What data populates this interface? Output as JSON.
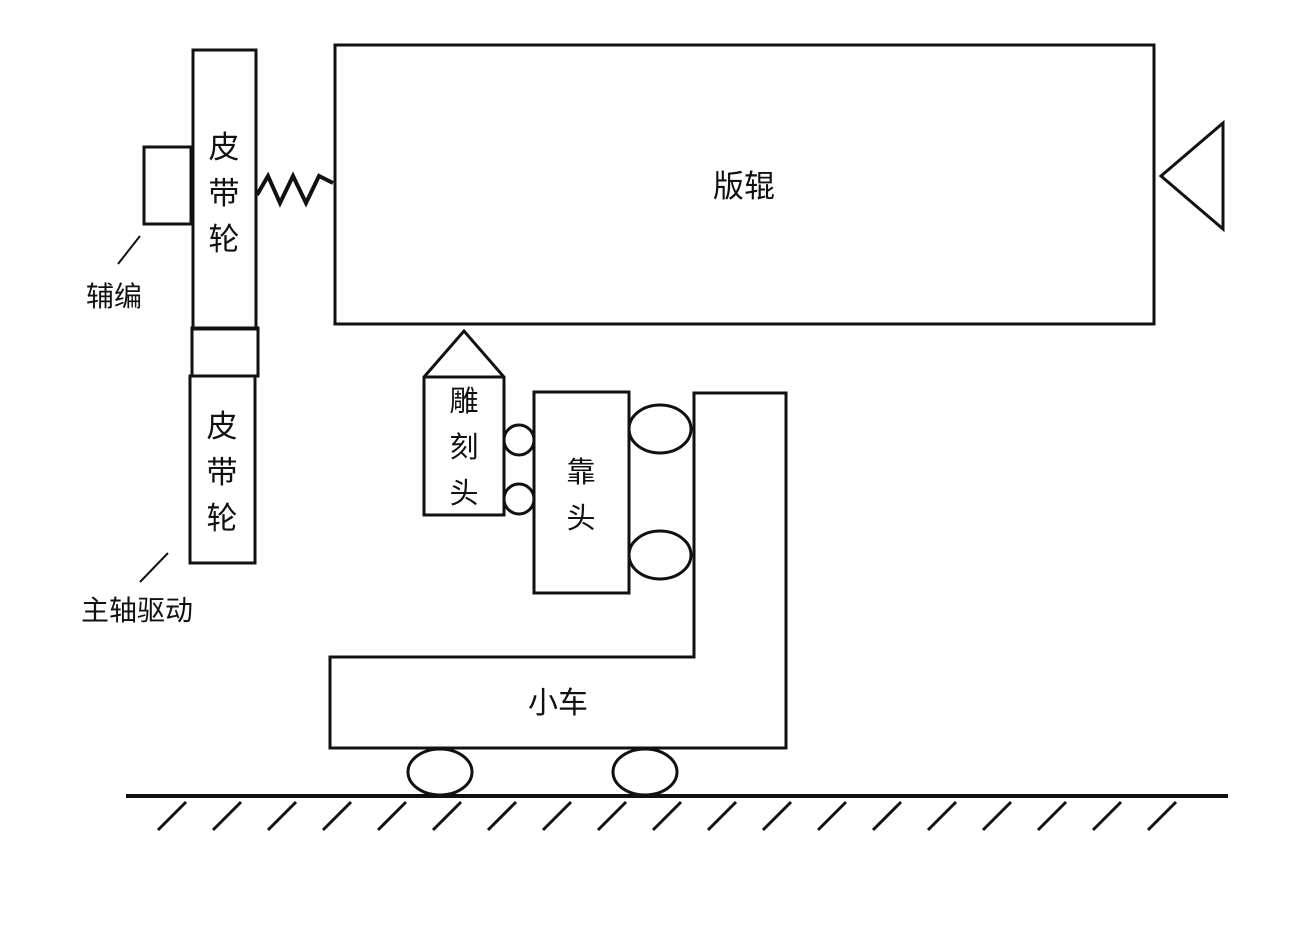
{
  "labels": {
    "plate_roller": "版辊",
    "belt_pulley_upper": [
      "皮",
      "带",
      "轮"
    ],
    "belt_pulley_lower": [
      "皮",
      "带",
      "轮"
    ],
    "auxiliary_encoder": "辅编",
    "spindle_drive": "主轴驱动",
    "engraving_head": [
      "雕",
      "刻",
      "头"
    ],
    "backing_head": [
      "靠",
      "头"
    ],
    "carriage": "小车"
  },
  "colors": {
    "stroke": "#111111",
    "background": "#ffffff"
  }
}
